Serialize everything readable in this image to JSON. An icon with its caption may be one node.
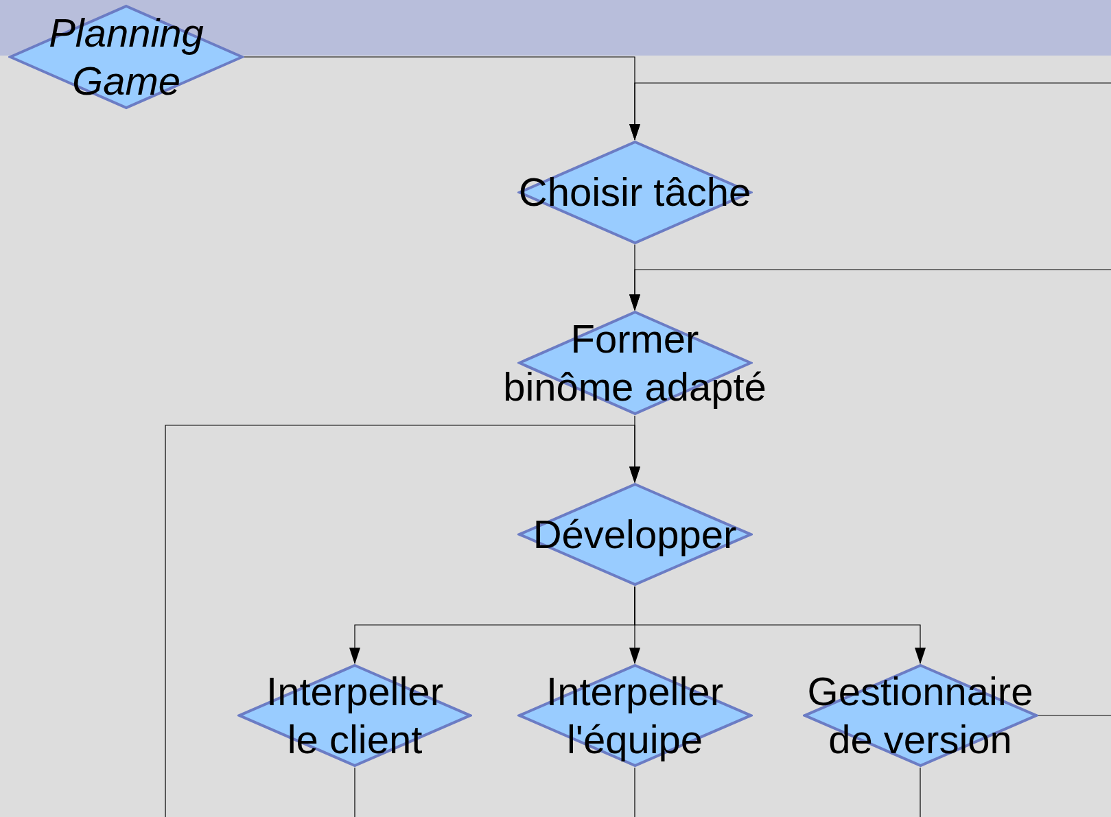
{
  "diagram": {
    "nodes": [
      {
        "text": [
          "Planning Game"
        ]
      },
      {
        "text": [
          "Choisir tâche"
        ]
      },
      {
        "text": [
          "Former binôme adapté"
        ]
      },
      {
        "text": [
          "Développer"
        ]
      },
      {
        "text": [
          "Interpeller le client"
        ]
      },
      {
        "text": [
          "Interpeller l'équipe"
        ]
      },
      {
        "text": [
          "Gestionnaire de version"
        ]
      }
    ],
    "edges": [
      {
        "from": 0,
        "to": 1,
        "arrow": "to"
      },
      {
        "from": null,
        "to": 1,
        "arrow": "to"
      },
      {
        "from": 1,
        "to": 2,
        "arrow": "to"
      },
      {
        "from": null,
        "to": 2,
        "arrow": "to"
      },
      {
        "from": 2,
        "to": 3,
        "arrow": "to"
      },
      {
        "from": null,
        "to": 3,
        "arrow": "to"
      },
      {
        "from": 3,
        "to": 4,
        "arrow": "to"
      },
      {
        "from": 3,
        "to": 5,
        "arrow": "to"
      },
      {
        "from": 3,
        "to": 6,
        "arrow": "to"
      },
      {
        "from": 6,
        "to": null,
        "arrow": "none"
      },
      {
        "from": 4,
        "to": null,
        "arrow": "none"
      },
      {
        "from": 5,
        "to": null,
        "arrow": "none"
      },
      {
        "from": 6,
        "to": null,
        "arrow": "none"
      }
    ]
  }
}
